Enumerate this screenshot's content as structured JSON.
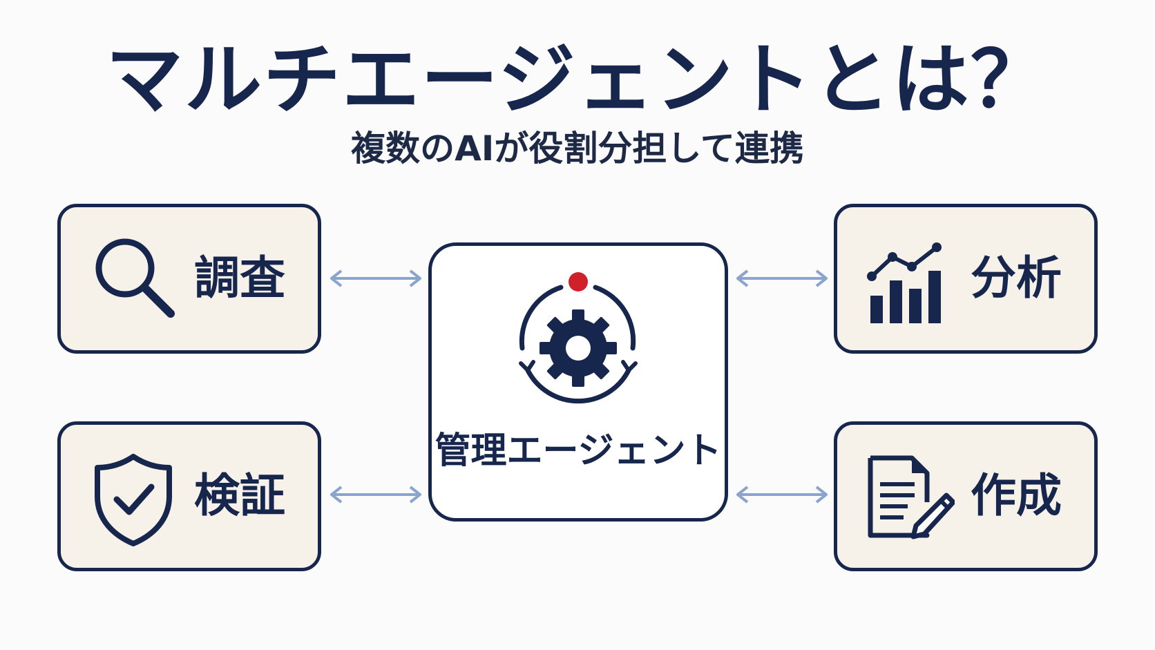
{
  "title": "マルチエージェントとは？",
  "subtitle": "複数のAIが役割分担して連携",
  "center": {
    "label": "管理エージェント",
    "icon": "gear-cycle-icon"
  },
  "agents": [
    {
      "label": "調査",
      "icon": "magnifier-icon"
    },
    {
      "label": "検証",
      "icon": "shield-check-icon"
    },
    {
      "label": "分析",
      "icon": "bar-chart-icon"
    },
    {
      "label": "作成",
      "icon": "document-pencil-icon"
    }
  ],
  "colors": {
    "navy": "#17264c",
    "box_fill": "#f7f2e9",
    "arrow": "#8aa4d0",
    "accent_dot": "#d0202a",
    "background": "#fbfbfb"
  }
}
